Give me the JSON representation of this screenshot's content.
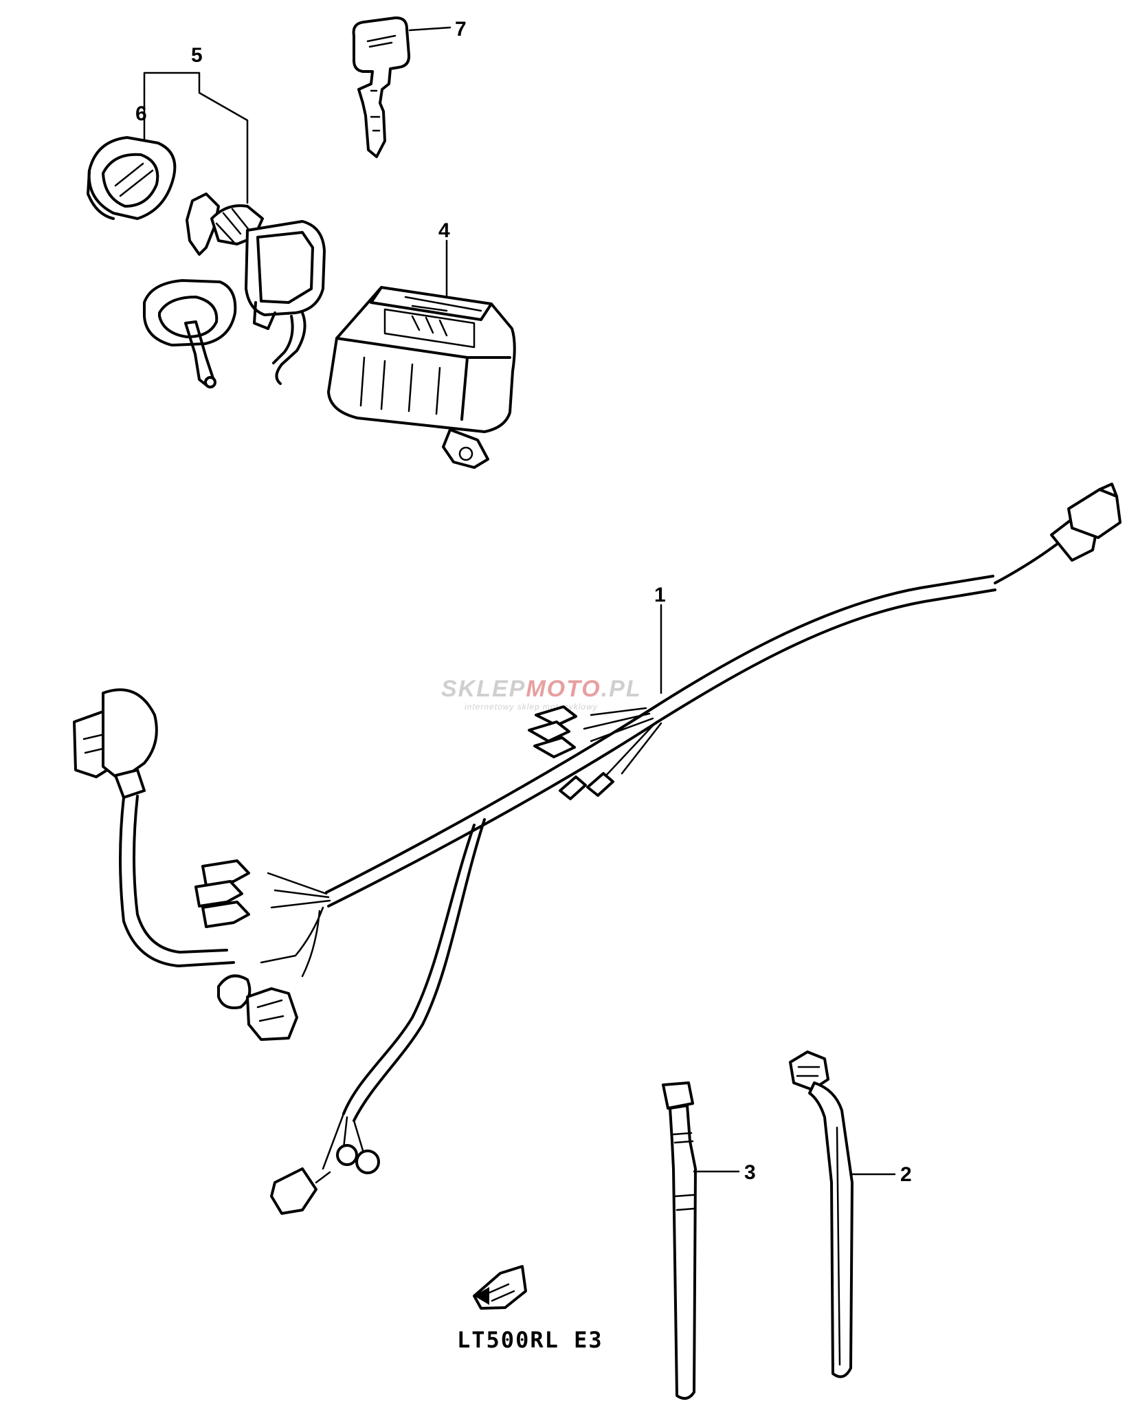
{
  "callouts": {
    "p1": "1",
    "p2": "2",
    "p3": "3",
    "p4": "4",
    "p5": "5",
    "p6": "6",
    "p7": "7"
  },
  "model_label": "LT500RL E3",
  "watermark": {
    "part1": "SKLEP",
    "part2": "MOTO",
    "part3": ".PL",
    "tagline": "internetowy sklep motocyklowy",
    "colors": {
      "gray": "#cfcfcf",
      "red": "#e6a0a0"
    }
  }
}
